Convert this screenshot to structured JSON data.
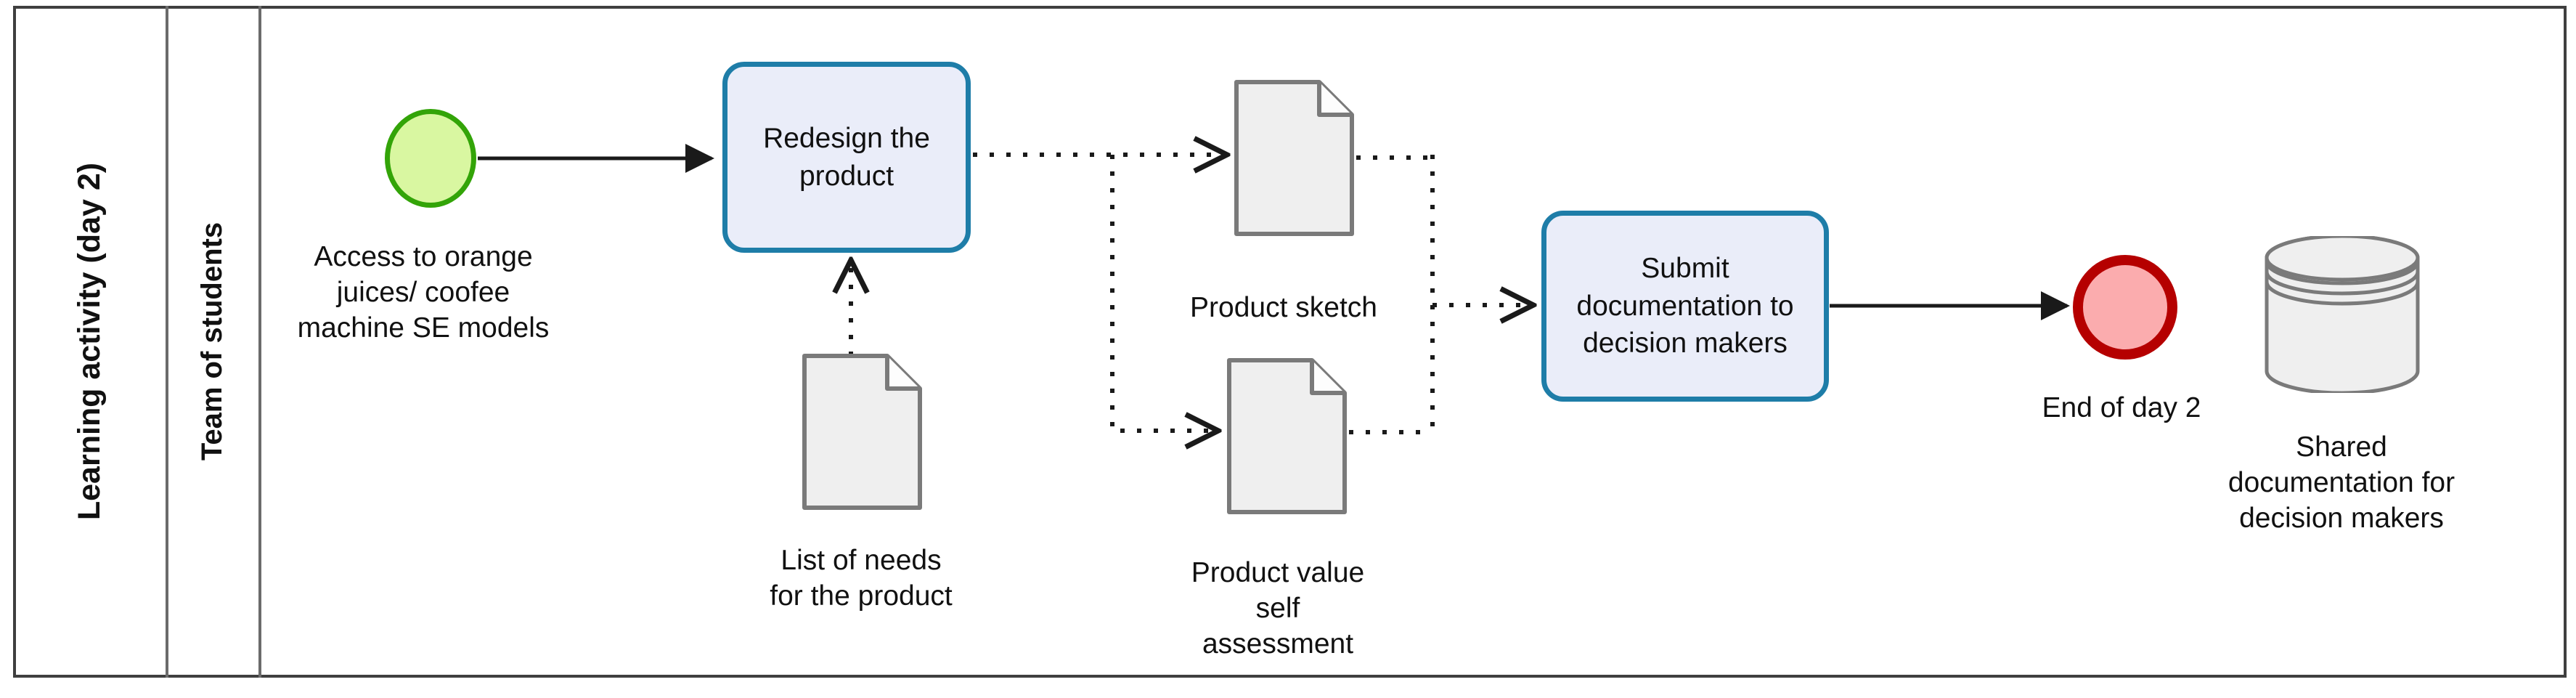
{
  "pool": {
    "title": "Learning activity (day 2)"
  },
  "lane": {
    "title": "Team of students"
  },
  "nodes": {
    "start_event": {
      "type": "start-event",
      "label": "Access to orange\njuices/ coofee\nmachine SE models"
    },
    "task_redesign": {
      "type": "task",
      "label": "Redesign the\nproduct"
    },
    "doc_list_of_needs": {
      "type": "data-object",
      "label": "List of needs\nfor the product"
    },
    "doc_product_sketch": {
      "type": "data-object",
      "label": "Product sketch"
    },
    "doc_product_value": {
      "type": "data-object",
      "label": "Product value\nself\nassessment"
    },
    "task_submit": {
      "type": "task",
      "label": "Submit\ndocumentation to\ndecision makers"
    },
    "end_event": {
      "type": "end-event",
      "label": "End of day 2"
    },
    "datastore_shared_docs": {
      "type": "data-store",
      "label": "Shared\ndocumentation for\ndecision makers"
    }
  },
  "flows": [
    {
      "from": "start_event",
      "to": "task_redesign",
      "style": "solid"
    },
    {
      "from": "doc_list_of_needs",
      "to": "task_redesign",
      "style": "dotted"
    },
    {
      "from": "task_redesign",
      "to": "doc_product_sketch",
      "style": "dotted"
    },
    {
      "from": "task_redesign",
      "to": "doc_product_value",
      "style": "dotted"
    },
    {
      "from": "doc_product_sketch",
      "to": "task_submit",
      "style": "dotted"
    },
    {
      "from": "doc_product_value",
      "to": "task_submit",
      "style": "dotted"
    },
    {
      "from": "task_submit",
      "to": "end_event",
      "style": "solid"
    }
  ],
  "theme": {
    "start_fill": "#D9F7A1",
    "start_border": "#33A408",
    "end_fill": "#FBACAE",
    "end_border": "#B50000",
    "task_fill": "#EAEDF9",
    "task_border": "#1E7DA8",
    "doc_fill": "#EFEFEF",
    "doc_border": "#7A7A7A",
    "connector": "#1A1A1A",
    "pool_border": "#3F3F3F",
    "lane_border": "#6B6B6B",
    "text": "#111111"
  }
}
